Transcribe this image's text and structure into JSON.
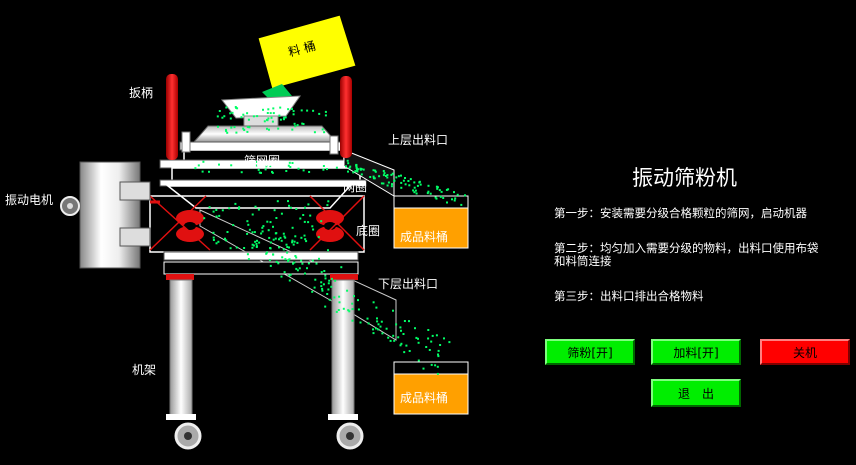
{
  "title": "振动筛粉机",
  "labels": {
    "handle": "扳柄",
    "vibration_motor": "振动电机",
    "upper_outlet": "上层出料口",
    "screen_ring": "筛网圈",
    "net_ring": "网圈",
    "bottom_ring": "底圈",
    "lower_outlet": "下层出料口",
    "frame": "机架",
    "material_bucket": "料 桶",
    "product_bucket_upper": "成品料桶",
    "product_bucket_lower": "成品料桶"
  },
  "steps": [
    "第一步：安装需要分级合格颗粒的筛网，启动机器",
    "第二步：均匀加入需要分级的物料，出料口使用布袋和料筒连接",
    "第三步：出料口排出合格物料"
  ],
  "buttons": {
    "sieve": "筛粉[开]",
    "feed": "加料[开]",
    "shutdown": "关机",
    "exit": "退　出"
  },
  "colors": {
    "button_green": "#00ee00",
    "button_red": "#ff0000",
    "bucket_yellow": "#ffff00",
    "product_orange": "#ffa000",
    "particle_green": "#00ff66",
    "handle_red": "#e01010"
  }
}
